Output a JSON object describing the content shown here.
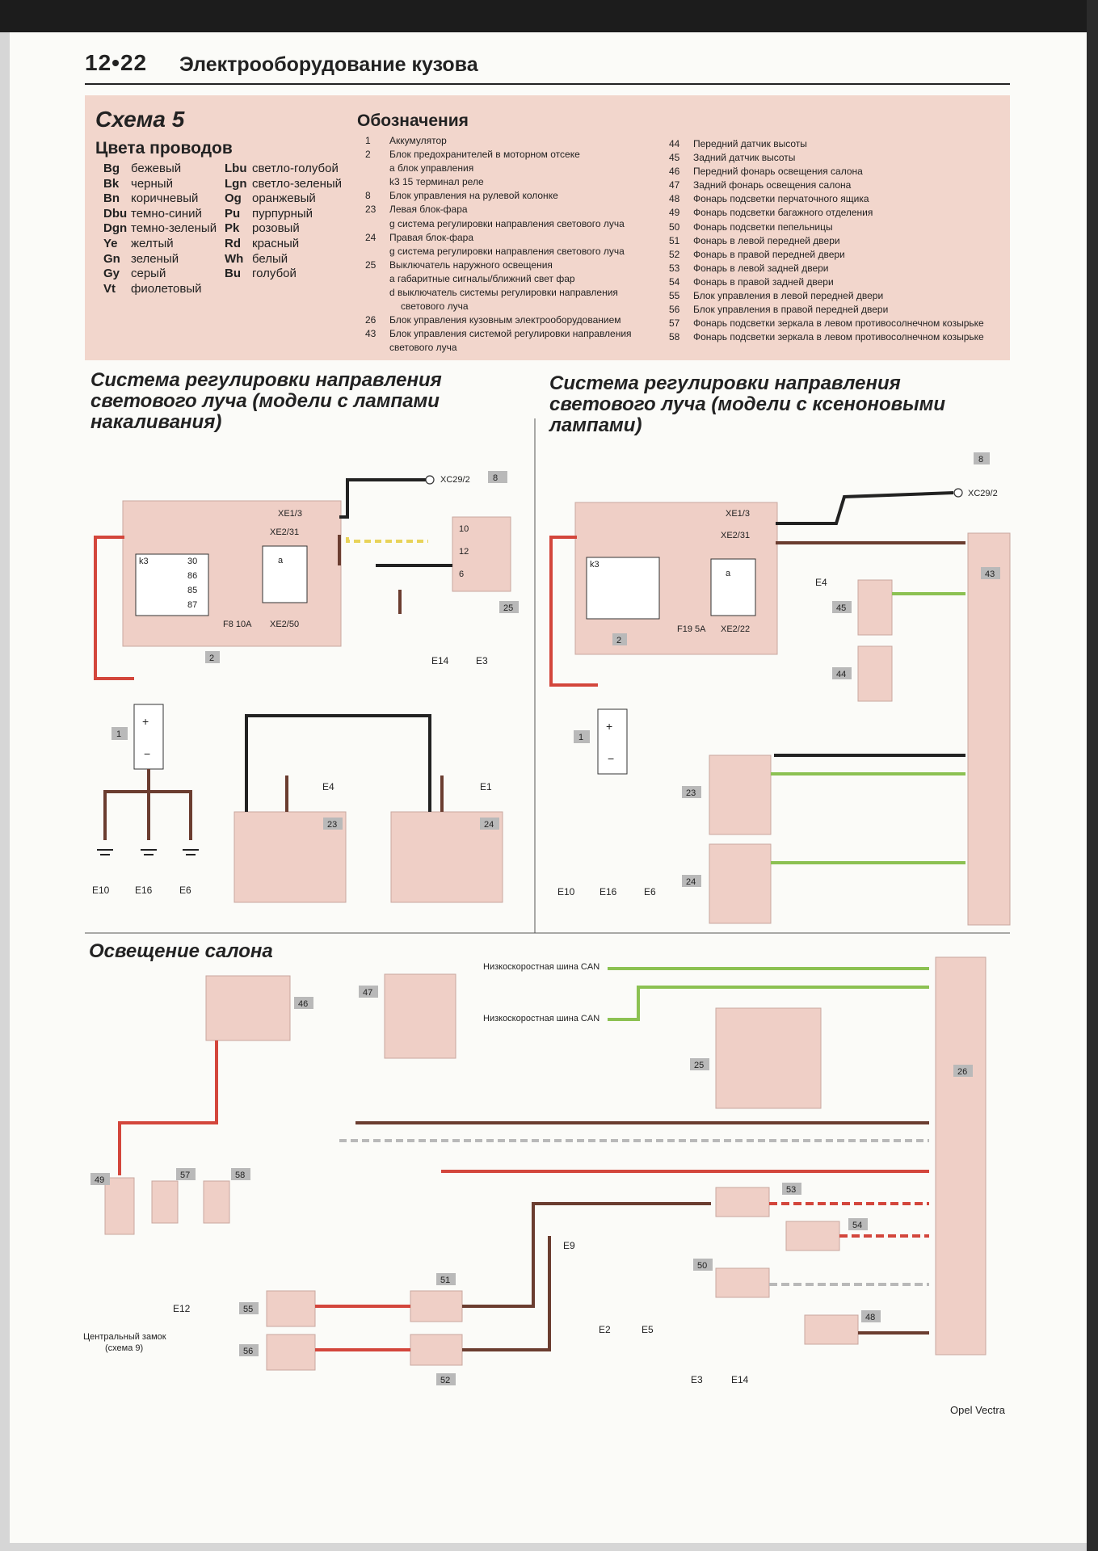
{
  "header": {
    "page_number": "12•22",
    "title": "Электрооборудование кузова"
  },
  "legend": {
    "scheme_title": "Схема 5",
    "colors_title": "Цвета проводов",
    "colors_left": [
      {
        "code": "Bg",
        "name": "бежевый"
      },
      {
        "code": "Bk",
        "name": "черный"
      },
      {
        "code": "Bn",
        "name": "коричневый"
      },
      {
        "code": "Dbu",
        "name": "темно-синий"
      },
      {
        "code": "Dgn",
        "name": "темно-зеленый"
      },
      {
        "code": "Ye",
        "name": "желтый"
      },
      {
        "code": "Gn",
        "name": "зеленый"
      },
      {
        "code": "Gy",
        "name": "серый"
      },
      {
        "code": "Vt",
        "name": "фиолетовый"
      }
    ],
    "colors_right": [
      {
        "code": "Lbu",
        "name": "светло-голубой"
      },
      {
        "code": "Lgn",
        "name": "светло-зеленый"
      },
      {
        "code": "Og",
        "name": "оранжевый"
      },
      {
        "code": "Pu",
        "name": "пурпурный"
      },
      {
        "code": "Pk",
        "name": "розовый"
      },
      {
        "code": "Rd",
        "name": "красный"
      },
      {
        "code": "Wh",
        "name": "белый"
      },
      {
        "code": "Bu",
        "name": "голубой"
      }
    ],
    "designations_title": "Обозначения",
    "designations_col1": [
      {
        "n": "1",
        "t": "Аккумулятор",
        "lvl": 0
      },
      {
        "n": "2",
        "t": "Блок предохранителей в моторном отсеке",
        "lvl": 0
      },
      {
        "n": "",
        "t": "a  блок управления",
        "lvl": 1
      },
      {
        "n": "",
        "t": "k3  15 терминал реле",
        "lvl": 1
      },
      {
        "n": "8",
        "t": "Блок управления на рулевой колонке",
        "lvl": 0
      },
      {
        "n": "23",
        "t": "Левая блок-фара",
        "lvl": 0
      },
      {
        "n": "",
        "t": "g  система регулировки направления светового луча",
        "lvl": 1
      },
      {
        "n": "24",
        "t": "Правая блок-фара",
        "lvl": 0
      },
      {
        "n": "",
        "t": "g  система регулировки направления светового луча",
        "lvl": 1
      },
      {
        "n": "25",
        "t": "Выключатель наружного освещения",
        "lvl": 0
      },
      {
        "n": "",
        "t": "a  габаритные сигналы/ближний свет фар",
        "lvl": 1
      },
      {
        "n": "",
        "t": "d  выключатель системы регулировки направления",
        "lvl": 1
      },
      {
        "n": "",
        "t": "светового луча",
        "lvl": 2
      },
      {
        "n": "26",
        "t": "Блок управления кузовным электрооборудованием",
        "lvl": 0
      },
      {
        "n": "43",
        "t": "Блок управления системой регулировки направления",
        "lvl": 0
      },
      {
        "n": "",
        "t": "светового луча",
        "lvl": 1
      }
    ],
    "designations_col2": [
      {
        "n": "44",
        "t": "Передний датчик высоты"
      },
      {
        "n": "45",
        "t": "Задний датчик высоты"
      },
      {
        "n": "46",
        "t": "Передний фонарь освещения салона"
      },
      {
        "n": "47",
        "t": "Задний фонарь освещения салона"
      },
      {
        "n": "48",
        "t": "Фонарь подсветки перчаточного ящика"
      },
      {
        "n": "49",
        "t": "Фонарь подсветки багажного отделения"
      },
      {
        "n": "50",
        "t": "Фонарь подсветки пепельницы"
      },
      {
        "n": "51",
        "t": "Фонарь в левой передней двери"
      },
      {
        "n": "52",
        "t": "Фонарь в правой передней двери"
      },
      {
        "n": "53",
        "t": "Фонарь в левой задней двери"
      },
      {
        "n": "54",
        "t": "Фонарь в правой задней двери"
      },
      {
        "n": "55",
        "t": "Блок управления в левой передней двери"
      },
      {
        "n": "56",
        "t": "Блок управления в правой передней двери"
      },
      {
        "n": "57",
        "t": "Фонарь подсветки зеркала в левом противосолнечном козырьке"
      },
      {
        "n": "58",
        "t": "Фонарь подсветки зеркала в левом противосолнечном козырьке"
      }
    ]
  },
  "sections": {
    "incandescent": "Система регулировки направления светового луча (модели с лампами накаливания)",
    "xenon": "Система регулировки направления светового луча (модели с ксеноновыми лампами)",
    "interior": "Освещение салона"
  },
  "footer": "Opel Vectra"
}
